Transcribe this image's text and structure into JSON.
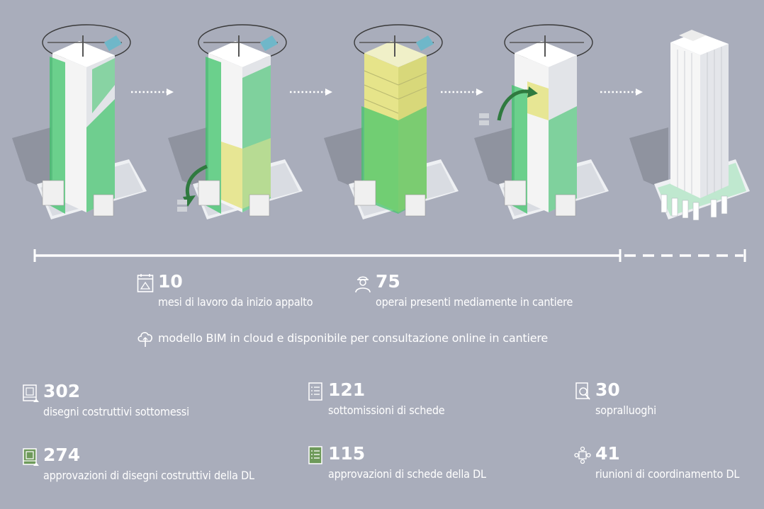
{
  "stages": [
    {
      "name": "stage-1-existing-tower"
    },
    {
      "name": "stage-2-lower-facade-replaced"
    },
    {
      "name": "stage-3-full-facade-replaced"
    },
    {
      "name": "stage-4-upper-facade-replaced"
    },
    {
      "name": "stage-5-completed-tower"
    }
  ],
  "colors": {
    "background": "#a9adbb",
    "green": "#3ec46a",
    "yellow": "#e6e48a",
    "white": "#ffffff",
    "shadow": "#8f939f"
  },
  "top_stats": [
    {
      "number": "10",
      "label": "mesi di lavoro da inizio appalto",
      "icon": "calendar-icon"
    },
    {
      "number": "75",
      "label": "operai presenti mediamente in cantiere",
      "icon": "worker-icon"
    }
  ],
  "cloud_note": {
    "label": "modello BIM in cloud e disponibile per consultazione online in cantiere",
    "icon": "cloud-icon"
  },
  "bottom_stats": [
    {
      "number": "302",
      "label": "disegni costruttivi sottomessi",
      "icon": "drawing-icon"
    },
    {
      "number": "121",
      "label": "sottomissioni di schede",
      "icon": "checklist-icon"
    },
    {
      "number": "30",
      "label": "sopralluoghi",
      "icon": "inspection-icon"
    },
    {
      "number": "274",
      "label": "approvazioni di disegni costruttivi della DL",
      "icon": "approved-drawing-icon"
    },
    {
      "number": "115",
      "label": "approvazioni di schede della DL",
      "icon": "approved-checklist-icon"
    },
    {
      "number": "41",
      "label": "riunioni di coordinamento DL",
      "icon": "meeting-icon"
    }
  ]
}
